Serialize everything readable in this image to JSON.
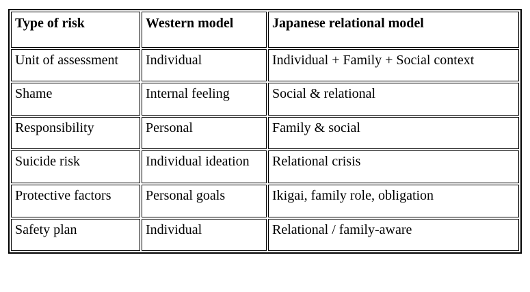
{
  "table": {
    "name": "risk-comparison-table",
    "columns": [
      {
        "key": "type_of_risk",
        "header": "Type of risk"
      },
      {
        "key": "western_model",
        "header": "Western model"
      },
      {
        "key": "japanese_relational_model",
        "header": "Japanese relational model"
      }
    ],
    "rows": [
      {
        "type_of_risk": "Unit of assessment",
        "western_model": "Individual",
        "japanese_relational_model": "Individual + Family + Social context"
      },
      {
        "type_of_risk": "Shame",
        "western_model": "Internal feeling",
        "japanese_relational_model": "Social & relational"
      },
      {
        "type_of_risk": "Responsibility",
        "western_model": "Personal",
        "japanese_relational_model": "Family & social"
      },
      {
        "type_of_risk": "Suicide risk",
        "western_model": "Individual ideation",
        "japanese_relational_model": "Relational crisis"
      },
      {
        "type_of_risk": "Protective factors",
        "western_model": "Personal goals",
        "japanese_relational_model": "Ikigai, family role, obligation"
      },
      {
        "type_of_risk": "Safety plan",
        "western_model": "Individual",
        "japanese_relational_model": "Relational / family-aware"
      }
    ]
  },
  "style": {
    "background_color": "#ffffff",
    "text_color": "#000000",
    "border_color": "#000000"
  }
}
